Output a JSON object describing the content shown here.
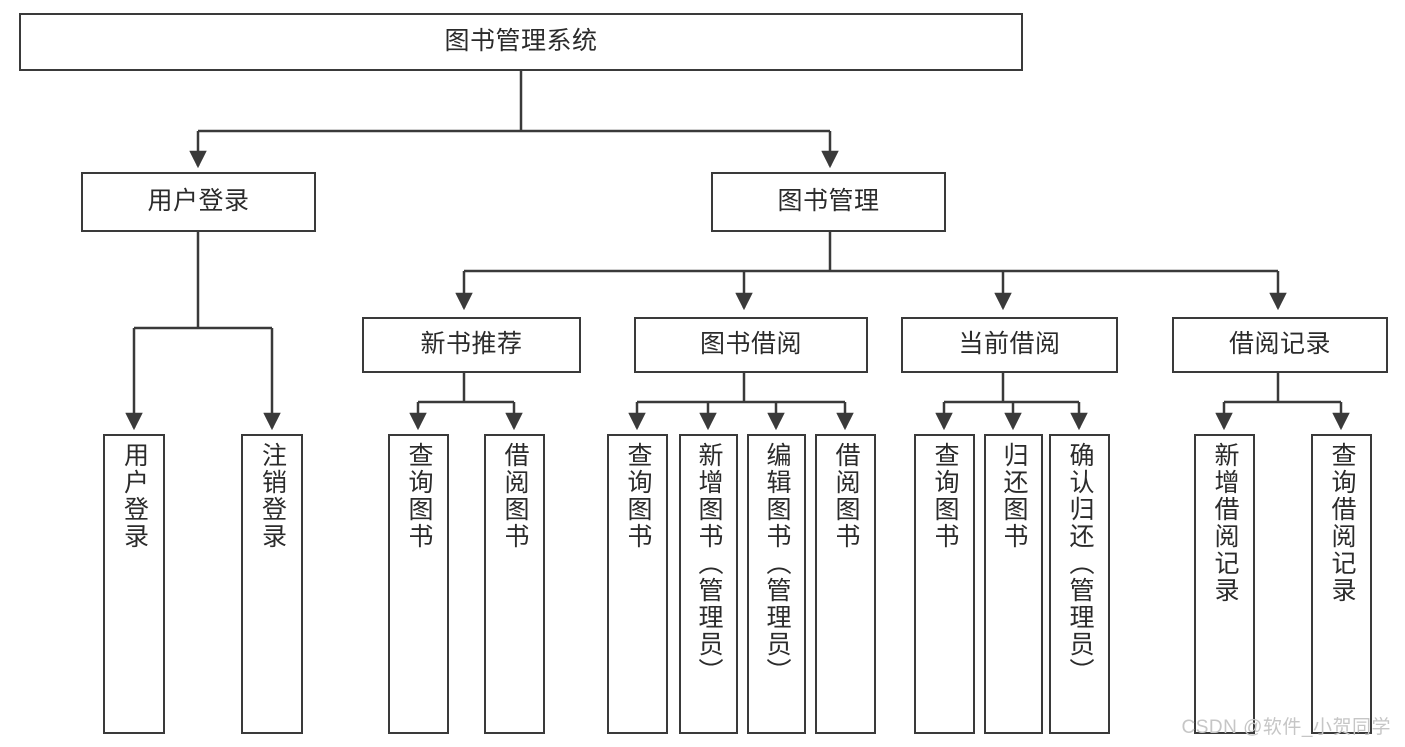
{
  "diagram": {
    "title": "图书管理系统",
    "type": "hierarchy-tree",
    "style": {
      "box_border_color": "#3a3a3a",
      "box_fill_color": "#ffffff",
      "connector_color": "#3a3a3a",
      "text_color": "#2b2b2b",
      "background_color": "#ffffff"
    },
    "root": {
      "label": "图书管理系统"
    },
    "level2": [
      {
        "label": "用户登录"
      },
      {
        "label": "图书管理"
      }
    ],
    "level3": [
      {
        "label": "新书推荐"
      },
      {
        "label": "图书借阅"
      },
      {
        "label": "当前借阅"
      },
      {
        "label": "借阅记录"
      }
    ],
    "leaves": {
      "user_login": [
        {
          "label": "用户登录"
        },
        {
          "label": "注销登录"
        }
      ],
      "new_book_recommend": [
        {
          "label": "查询图书"
        },
        {
          "label": "借阅图书"
        }
      ],
      "book_borrow": [
        {
          "label": "查询图书"
        },
        {
          "label": "新增图书（管理员）"
        },
        {
          "label": "编辑图书（管理员）"
        },
        {
          "label": "借阅图书"
        }
      ],
      "current_borrow": [
        {
          "label": "查询图书"
        },
        {
          "label": "归还图书"
        },
        {
          "label": "确认归还（管理员）"
        }
      ],
      "borrow_record": [
        {
          "label": "新增借阅记录"
        },
        {
          "label": "查询借阅记录"
        }
      ]
    }
  },
  "watermark": {
    "text": "CSDN @软件_小贺同学"
  }
}
